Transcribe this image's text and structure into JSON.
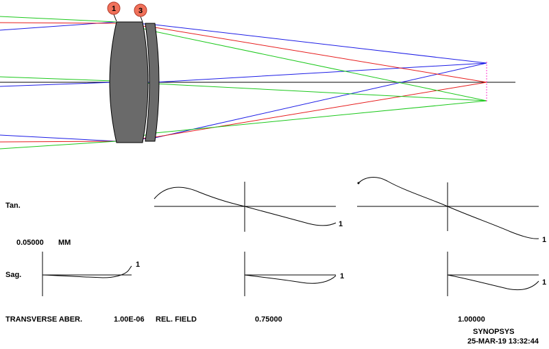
{
  "colors": {
    "ray_blue": "#1a1ae6",
    "ray_red": "#e61a1a",
    "ray_green": "#1ac81a",
    "lens": "#6a6a6a",
    "marker": "#f0715a",
    "focus_dash": "#ff33cc"
  },
  "lens_markers": [
    "1",
    "3"
  ],
  "labels": {
    "tan": "Tan.",
    "sag": "Sag.",
    "scale_value": "0.05000",
    "scale_unit": "MM",
    "footer_title": "TRANSVERSE ABER.",
    "footer_wavelength": "1.00E-06",
    "footer_relfield": "REL. FIELD",
    "field_1": "0.75000",
    "field_2": "1.00000",
    "program": "SYNOPSYS",
    "timestamp": "25-MAR-19  13:32:44"
  },
  "curve_labels": {
    "tan_mid": "1",
    "tan_right": "1",
    "sag_left": "1",
    "sag_mid": "1",
    "sag_right": "1"
  }
}
